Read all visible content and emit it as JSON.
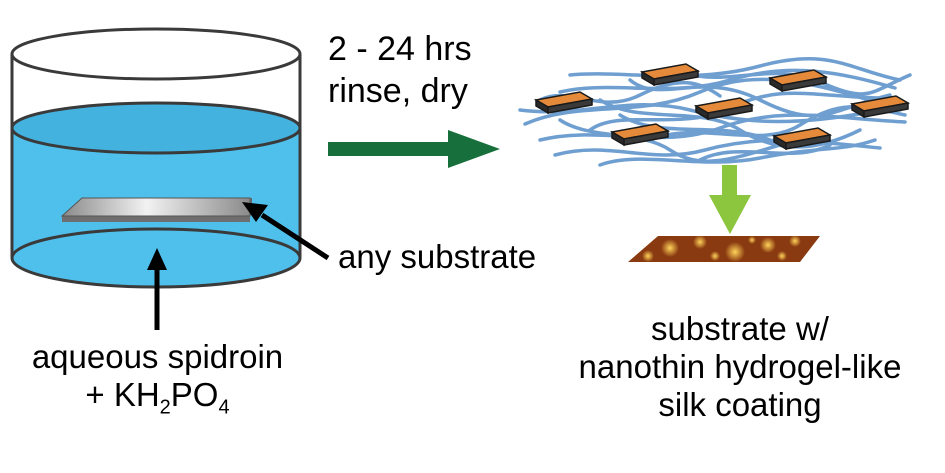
{
  "step": {
    "line1": "2 - 24 hrs",
    "line2": "rinse, dry"
  },
  "labels": {
    "substrate": "any substrate",
    "solution_line1": "aqueous spidroin",
    "solution_line2_prefix": "+ KH",
    "solution_line2_sub1": "2",
    "solution_line2_mid": "PO",
    "solution_line2_sub2": "4",
    "result_line1": "substrate w/",
    "result_line2": "nanothin hydrogel-like",
    "result_line3": "silk coating"
  },
  "colors": {
    "water": "#4fc0ec",
    "process_arrow": "#17703c",
    "fiber": "#6f9fd0",
    "sheet": "#e58a3a",
    "down_arrow": "#8cc63f",
    "coating": "#8a3a10"
  }
}
